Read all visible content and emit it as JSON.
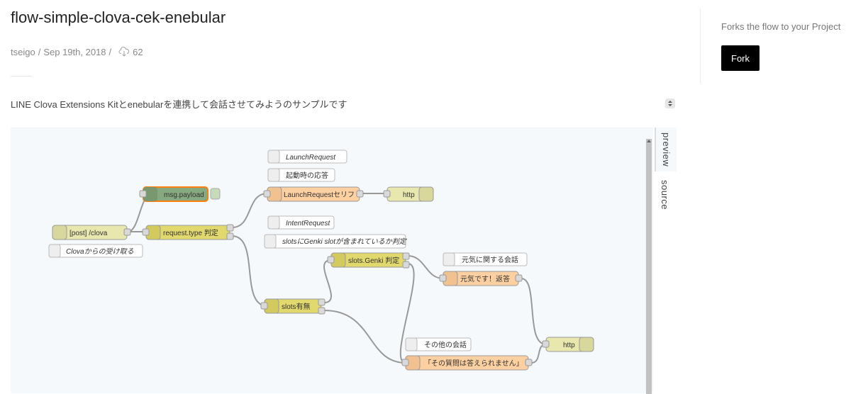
{
  "title": "flow-simple-clova-cek-enebular",
  "meta": {
    "author": "tseigo",
    "separator": "/",
    "date": "Sep 19th, 2018",
    "downloads": "62"
  },
  "description": "LINE Clova Extensions Kitとenebularを連携して会話させてみようのサンプルです",
  "sidebar": {
    "fork_label": "Forks the flow to your Project",
    "fork_button": "Fork"
  },
  "tabs": {
    "preview": "preview",
    "source": "source"
  },
  "colors": {
    "http_in": "#e7e7ae",
    "change": "#e2d96e",
    "debug": "#87a980",
    "template": "#fdd0a2",
    "http_response": "#e7e7ae",
    "wire": "#999999"
  },
  "flow": {
    "nodes": [
      {
        "id": "n1",
        "label": "[post] /clova",
        "type": "http_in"
      },
      {
        "id": "n2",
        "label": "msg.payload",
        "type": "debug"
      },
      {
        "id": "n3",
        "label": "request.type 判定",
        "type": "change"
      },
      {
        "id": "n4",
        "label": "LaunchRequestセリフ",
        "type": "template"
      },
      {
        "id": "n5",
        "label": "http",
        "type": "http_response"
      },
      {
        "id": "n6",
        "label": "slots有無",
        "type": "change"
      },
      {
        "id": "n7",
        "label": "slots.Genki 判定",
        "type": "change"
      },
      {
        "id": "n8",
        "label": "元気です！返答",
        "type": "template"
      },
      {
        "id": "n9",
        "label": "「その質問は答えられません」",
        "type": "template"
      },
      {
        "id": "n10",
        "label": "http",
        "type": "http_response"
      }
    ],
    "comments": [
      {
        "id": "c1",
        "label": "Clovaからの受け取る"
      },
      {
        "id": "c2",
        "label": "LaunchRequest"
      },
      {
        "id": "c3",
        "label": "起動時の応答"
      },
      {
        "id": "c4",
        "label": "IntentRequest"
      },
      {
        "id": "c5",
        "label": "slotsにGenki slotが含まれているか判定"
      },
      {
        "id": "c6",
        "label": "元気に関する会話"
      },
      {
        "id": "c7",
        "label": "その他の会話"
      }
    ]
  }
}
